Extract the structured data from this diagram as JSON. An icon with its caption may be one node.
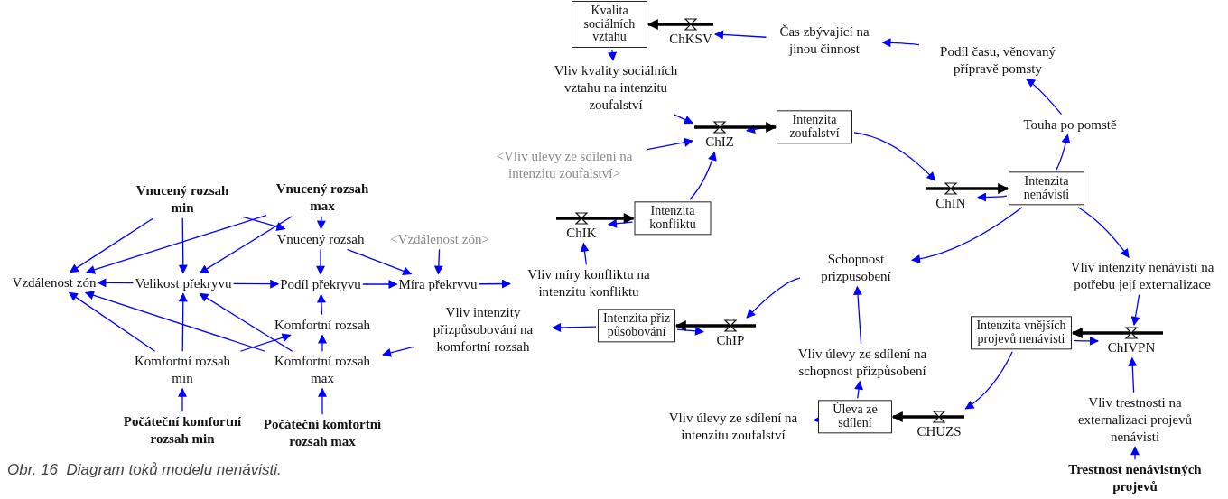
{
  "diagram": {
    "caption": "Obr. 16  Diagram toků modelu nenávisti.",
    "nodes": [
      {
        "text": [
          "Vnucený rozsah min"
        ]
      },
      {
        "text": [
          "Vnucený rozsah max"
        ]
      },
      {
        "text": [
          "Vzdálenost zón"
        ]
      },
      {
        "text": [
          "Velikost překryvu"
        ]
      },
      {
        "text": [
          "Vnucený rozsah"
        ]
      },
      {
        "text": [
          "<Vzdálenost zón>"
        ]
      },
      {
        "text": [
          "Podíl překryvu"
        ]
      },
      {
        "text": [
          "Míra překryvu"
        ]
      },
      {
        "text": [
          "Komfortní rozsah"
        ]
      },
      {
        "text": [
          "Komfortní rozsah min"
        ]
      },
      {
        "text": [
          "Komfortní rozsah max"
        ]
      },
      {
        "text": [
          "Počáteční komfortní rozsah min"
        ]
      },
      {
        "text": [
          "Počáteční komfortní rozsah max"
        ]
      },
      {
        "text": [
          "Vliv míry konfliktu na intenzitu konfliktu"
        ]
      },
      {
        "text": [
          "Vliv intenzity přizpůsobování na komfortní rozsah"
        ]
      },
      {
        "text": [
          "Kvalita sociálních vztahu"
        ]
      },
      {
        "text": [
          "ChKSV"
        ]
      },
      {
        "text": [
          "Čas zbývající na jinou činnost"
        ]
      },
      {
        "text": [
          "Podíl času, věnovaný přípravě pomsty"
        ]
      },
      {
        "text": [
          "Vliv kvality sociálních vztahu na intenzitu zoufalství"
        ]
      },
      {
        "text": [
          "Intenzita zoufalství"
        ]
      },
      {
        "text": [
          "ChIZ"
        ]
      },
      {
        "text": [
          "<Vliv úlevy ze sdílení na intenzitu zoufalství>"
        ]
      },
      {
        "text": [
          "Intenzita konfliktu"
        ]
      },
      {
        "text": [
          "ChIK"
        ]
      },
      {
        "text": [
          "Touha po pomstě"
        ]
      },
      {
        "text": [
          "Intenzita nenávisti"
        ]
      },
      {
        "text": [
          "ChIN"
        ]
      },
      {
        "text": [
          "Schopnost prizpusobení"
        ]
      },
      {
        "text": [
          "Vliv intenzity nenávisti na potřebu její externalizace"
        ]
      },
      {
        "text": [
          "Intenzita přiz působování"
        ]
      },
      {
        "text": [
          "ChIP"
        ]
      },
      {
        "text": [
          "Intenzita vnějších projevů nenávisti"
        ]
      },
      {
        "text": [
          "ChIVPN"
        ]
      },
      {
        "text": [
          "Vliv úlevy ze sdílení na schopnost přizpůsobení"
        ]
      },
      {
        "text": [
          "Úleva ze sdílení"
        ]
      },
      {
        "text": [
          "CHUZS"
        ]
      },
      {
        "text": [
          "Vliv úlevy ze sdílení na intenzitu zoufalství"
        ]
      },
      {
        "text": [
          "Vliv trestnosti na externalizaci projevů nenávisti"
        ]
      },
      {
        "text": [
          "Trestnost nenávistných projevů"
        ]
      }
    ],
    "edges": [
      {
        "from": 0,
        "to": 2,
        "arrow": "to"
      },
      {
        "from": 0,
        "to": 3,
        "arrow": "to"
      },
      {
        "from": 0,
        "to": 4,
        "arrow": "to"
      },
      {
        "from": 1,
        "to": 2,
        "arrow": "to"
      },
      {
        "from": 1,
        "to": 3,
        "arrow": "to"
      },
      {
        "from": 1,
        "to": 4,
        "arrow": "to"
      },
      {
        "from": 3,
        "to": 2,
        "arrow": "to"
      },
      {
        "from": 3,
        "to": 6,
        "arrow": "to"
      },
      {
        "from": 4,
        "to": 6,
        "arrow": "to"
      },
      {
        "from": 4,
        "to": 7,
        "arrow": "to"
      },
      {
        "from": 5,
        "to": 7,
        "arrow": "to"
      },
      {
        "from": 6,
        "to": 7,
        "arrow": "to"
      },
      {
        "from": 7,
        "to": 13,
        "arrow": "to"
      },
      {
        "from": 8,
        "to": 6,
        "arrow": "to"
      },
      {
        "from": 9,
        "to": 2,
        "arrow": "to"
      },
      {
        "from": 9,
        "to": 3,
        "arrow": "to"
      },
      {
        "from": 9,
        "to": 8,
        "arrow": "to"
      },
      {
        "from": 10,
        "to": 2,
        "arrow": "to"
      },
      {
        "from": 10,
        "to": 3,
        "arrow": "to"
      },
      {
        "from": 10,
        "to": 8,
        "arrow": "to"
      },
      {
        "from": 11,
        "to": 9,
        "arrow": "to"
      },
      {
        "from": 12,
        "to": 10,
        "arrow": "to"
      },
      {
        "from": 14,
        "to": 10,
        "arrow": "to"
      },
      {
        "from": 30,
        "to": 14,
        "arrow": "to"
      },
      {
        "from": 13,
        "to": 24,
        "arrow": "to"
      },
      {
        "from": 23,
        "to": 24,
        "arrow": "to"
      },
      {
        "from": 23,
        "to": 21,
        "arrow": "to"
      },
      {
        "from": 19,
        "to": 21,
        "arrow": "to"
      },
      {
        "from": 22,
        "to": 21,
        "arrow": "to"
      },
      {
        "from": 20,
        "to": 21,
        "arrow": "to"
      },
      {
        "from": 15,
        "to": 19,
        "arrow": "to"
      },
      {
        "from": 17,
        "to": 16,
        "arrow": "to"
      },
      {
        "from": 18,
        "to": 17,
        "arrow": "to"
      },
      {
        "from": 25,
        "to": 18,
        "arrow": "to"
      },
      {
        "from": 26,
        "to": 25,
        "arrow": "to"
      },
      {
        "from": 20,
        "to": 27,
        "arrow": "to"
      },
      {
        "from": 26,
        "to": 27,
        "arrow": "to"
      },
      {
        "from": 26,
        "to": 28,
        "arrow": "to"
      },
      {
        "from": 26,
        "to": 29,
        "arrow": "to"
      },
      {
        "from": 29,
        "to": 33,
        "arrow": "to"
      },
      {
        "from": 28,
        "to": 31,
        "arrow": "to"
      },
      {
        "from": 30,
        "to": 31,
        "arrow": "to"
      },
      {
        "from": 32,
        "to": 33,
        "arrow": "to"
      },
      {
        "from": 32,
        "to": 36,
        "arrow": "to"
      },
      {
        "from": 38,
        "to": 33,
        "arrow": "to"
      },
      {
        "from": 39,
        "to": 38,
        "arrow": "to"
      },
      {
        "from": 35,
        "to": 34,
        "arrow": "to"
      },
      {
        "from": 34,
        "to": 28,
        "arrow": "to"
      },
      {
        "from": 35,
        "to": 37,
        "arrow": "to"
      },
      {
        "from": 36,
        "to": 35,
        "arrow": "to"
      },
      {
        "from": 16,
        "to": 15,
        "arrow": "to",
        "style": "thick",
        "color": "#000000"
      },
      {
        "from": 21,
        "to": 20,
        "arrow": "to",
        "style": "thick",
        "color": "#000000"
      },
      {
        "from": 24,
        "to": 23,
        "arrow": "to",
        "style": "thick",
        "color": "#000000"
      },
      {
        "from": 27,
        "to": 26,
        "arrow": "to",
        "style": "thick",
        "color": "#000000"
      },
      {
        "from": 31,
        "to": 30,
        "arrow": "to",
        "style": "thick",
        "color": "#000000"
      },
      {
        "from": 33,
        "to": 32,
        "arrow": "to",
        "style": "thick",
        "color": "#000000"
      },
      {
        "from": 36,
        "to": 35,
        "arrow": "to",
        "style": "thick",
        "color": "#000000"
      }
    ]
  }
}
